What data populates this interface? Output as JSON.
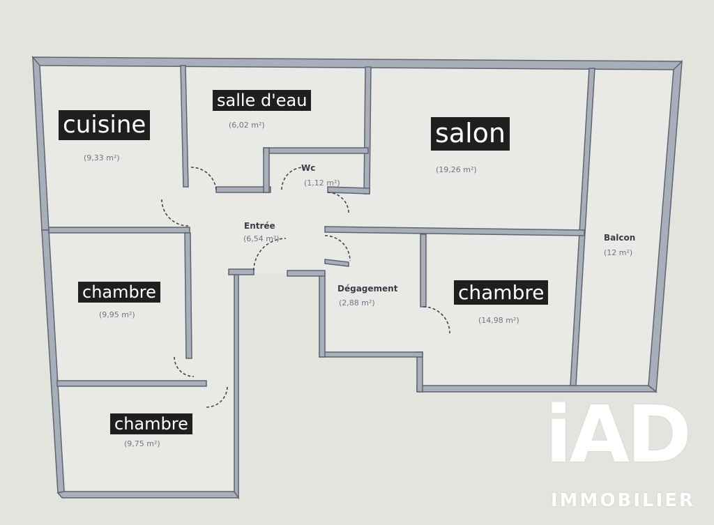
{
  "rooms": {
    "cuisine": {
      "label": "cuisine",
      "area": "(9,33 m²)"
    },
    "salle_eau": {
      "label": "salle d'eau",
      "area": "(6,02 m²)"
    },
    "salon": {
      "label": "salon",
      "area": "(19,26 m²)"
    },
    "wc": {
      "label": "Wc",
      "area": "(1,12 m²)"
    },
    "entree": {
      "label": "Entrée",
      "area": "(6,54 m²)"
    },
    "balcon": {
      "label": "Balcon",
      "area": "(12 m²)"
    },
    "chambre_1": {
      "label": "chambre",
      "area": "(9,95 m²)"
    },
    "degagement": {
      "label": "Dégagement",
      "area": "(2,88 m²)"
    },
    "chambre_2": {
      "label": "chambre",
      "area": "(14,98 m²)"
    },
    "chambre_3": {
      "label": "chambre",
      "area": "(9,75 m²)"
    }
  },
  "brand": {
    "logo_text": "iAD",
    "subtitle": "IMMOBILIER"
  },
  "colors": {
    "wall": "#a9afba",
    "background": "#e4e4df",
    "label_bg": "#1f1f1f"
  }
}
